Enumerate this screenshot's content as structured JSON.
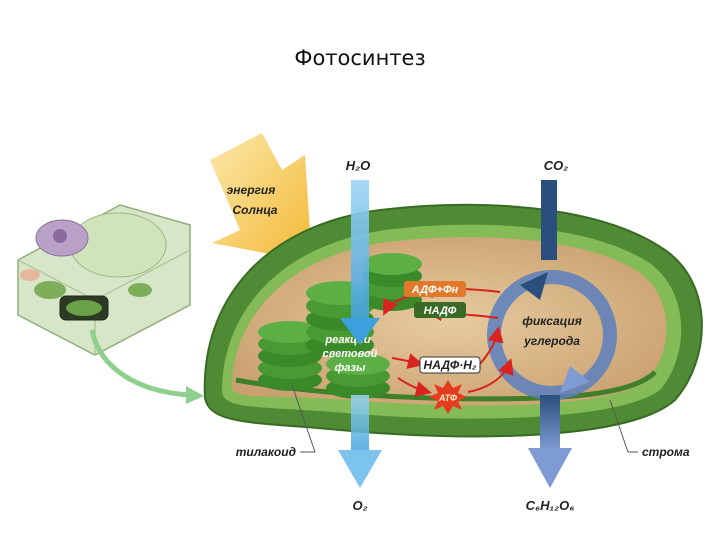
{
  "title": "Фотосинтез",
  "labels": {
    "sun_energy_line1": "энергия",
    "sun_energy_line2": "Солнца",
    "water_in": "H₂O",
    "co2_in": "CO₂",
    "oxygen_out": "O₂",
    "glucose_out": "C₆H₁₂O₆",
    "thylakoid": "тилакоид",
    "stroma": "строма",
    "light_reactions_line1": "реакции",
    "light_reactions_line2": "световой",
    "light_reactions_line3": "фазы",
    "carbon_fixation_line1": "фиксация",
    "carbon_fixation_line2": "углерода",
    "adp_pi": "АДФ+Фн",
    "nadp": "НАДФ",
    "nadph2": "НАДФ·Н₂",
    "atp": "АТФ"
  },
  "colors": {
    "chloroplast_outer": "#4f8a34",
    "stroma": "#d9b98a",
    "thylakoid": "#3f8f2e",
    "water_arrow": "#4aa8e0",
    "co2_arrow": "#2f5c8f",
    "sun_arrow": "#f2c23a",
    "reaction_arrows": "#d8231e"
  },
  "icons": {
    "plant_cell": "plant-cell-illustration",
    "zoom_arrow": "curved-arrow"
  }
}
